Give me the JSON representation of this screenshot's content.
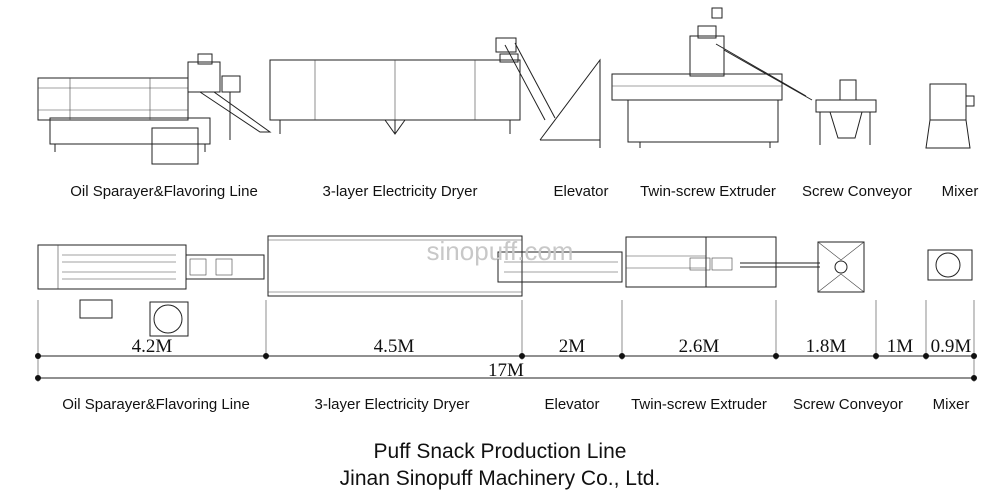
{
  "side_labels": [
    "Oil Sparayer&Flavoring Line",
    "3-layer Electricity Dryer",
    "Elevator",
    "Twin-screw Extruder",
    "Screw Conveyor",
    "Mixer"
  ],
  "top_labels": [
    "Oil Sparayer&Flavoring Line",
    "3-layer Electricity Dryer",
    "Elevator",
    "Twin-screw Extruder",
    "Screw Conveyor",
    "Mixer"
  ],
  "dimensions": [
    "4.2M",
    "4.5M",
    "2M",
    "2.6M",
    "1.8M",
    "1M",
    "0.9M"
  ],
  "total_length": "17M",
  "watermark": "sinopuff.com",
  "title": "Puff Snack Production Line",
  "company": "Jinan Sinopuff Machinery Co., Ltd."
}
